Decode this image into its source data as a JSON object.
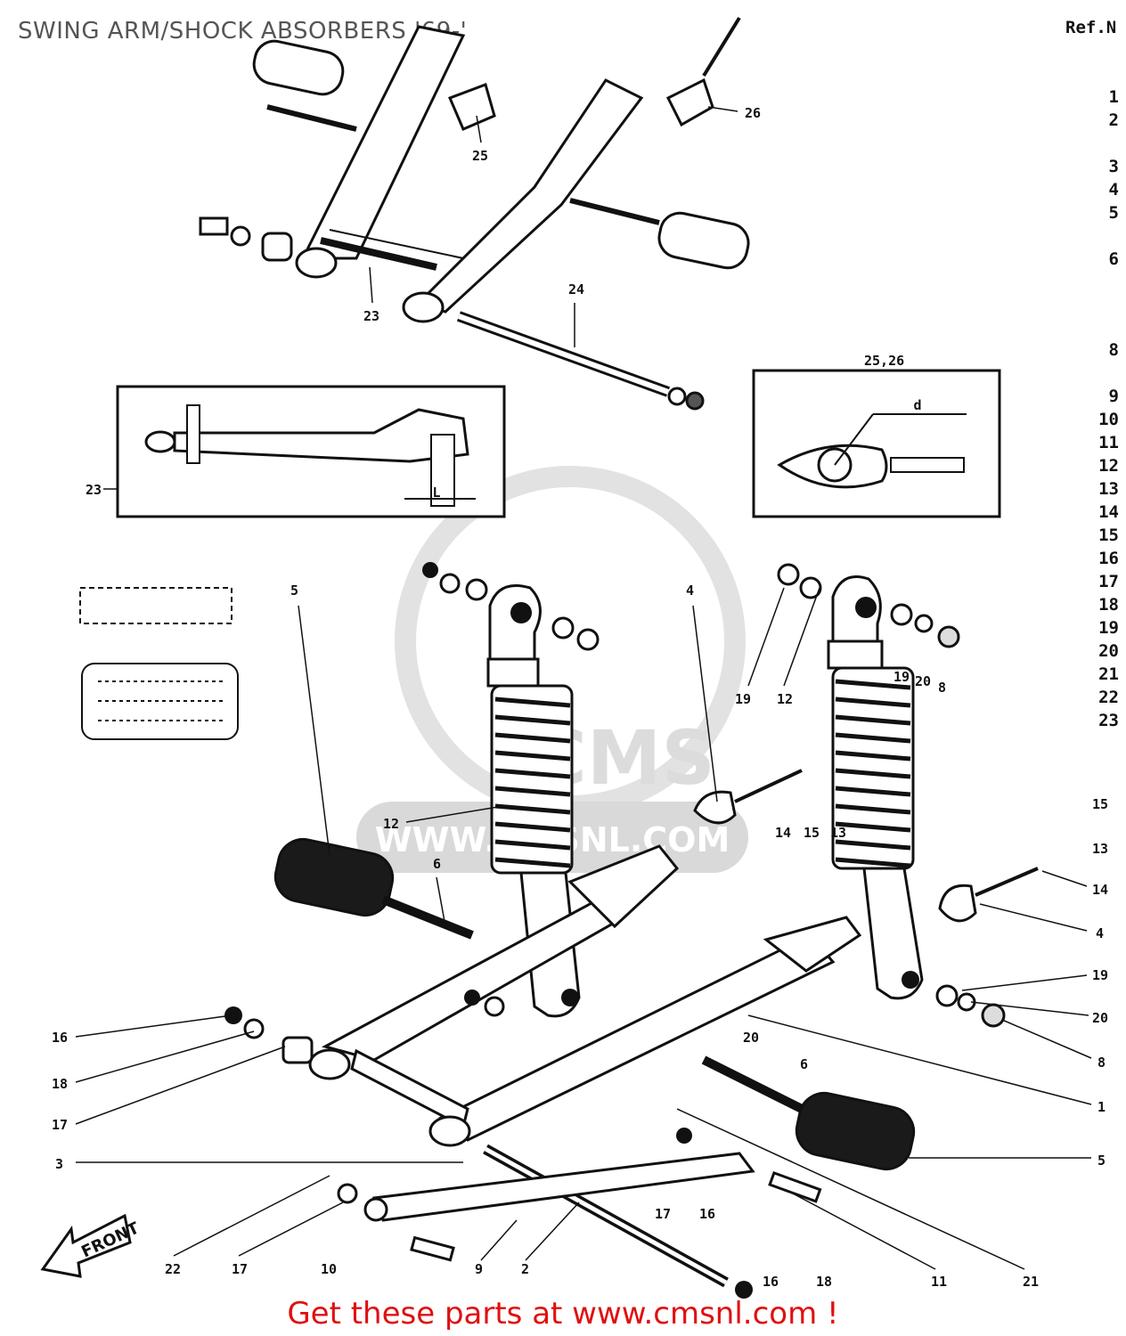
{
  "title": "SWING ARM/SHOCK ABSORBERS '69-'",
  "ref_header": "Ref.N",
  "ref_numbers": [
    "1",
    "2",
    "3",
    "4",
    "5",
    "6",
    "8",
    "9",
    "10",
    "11",
    "12",
    "13",
    "14",
    "15",
    "16",
    "17",
    "18",
    "19",
    "20",
    "21",
    "22",
    "23"
  ],
  "footer": "Get these parts at www.cmsnl.com !",
  "watermark": {
    "logo": "CMS",
    "url": "WWW.CMSNL.COM"
  },
  "front_label": "FRONT",
  "detail_labels": {
    "box_right": "25,26",
    "dim_d": "d",
    "dim_L": "L"
  },
  "callouts": [
    "26",
    "25",
    "23",
    "24",
    "25,26",
    "23",
    "5",
    "4",
    "19",
    "12",
    "19",
    "20",
    "8",
    "12",
    "14",
    "15",
    "13",
    "15",
    "13",
    "14",
    "4",
    "6",
    "16",
    "18",
    "17",
    "3",
    "19",
    "20",
    "8",
    "20",
    "6",
    "1",
    "5",
    "22",
    "17",
    "10",
    "9",
    "2",
    "17",
    "16",
    "16",
    "18",
    "11",
    "21"
  ]
}
